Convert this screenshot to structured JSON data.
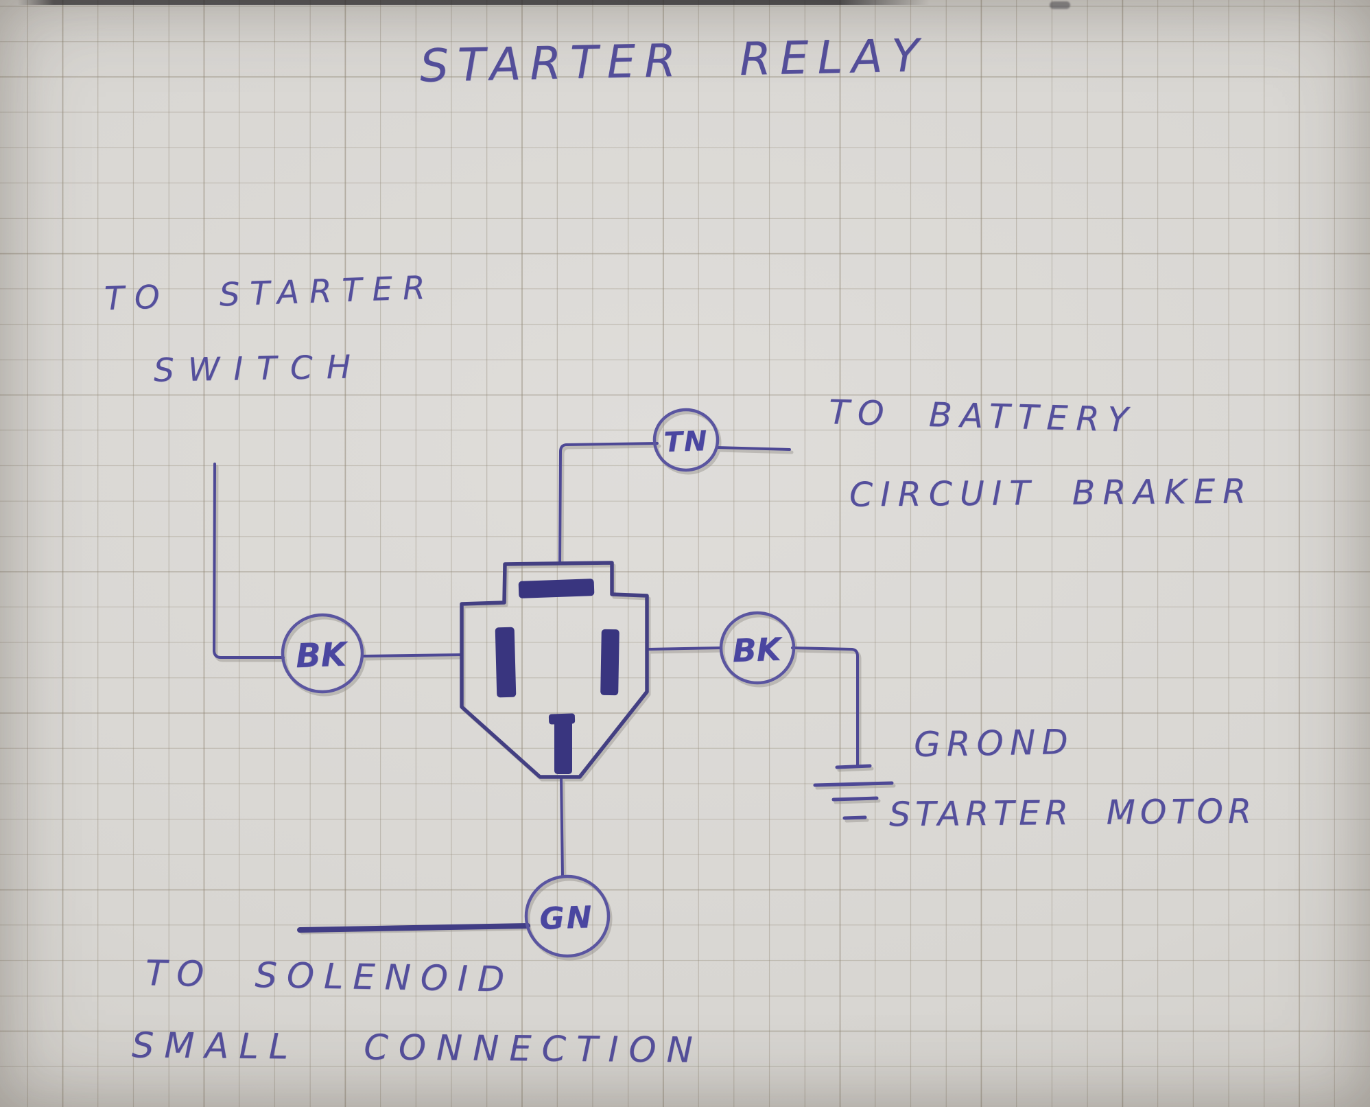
{
  "title": "STARTER RELAY",
  "diagram": {
    "annotations": {
      "starter_switch": {
        "line1": "TO STARTER",
        "line2": "SWITCH"
      },
      "battery": {
        "line1": "TO BATTERY",
        "line2": "CIRCUIT BRAKER"
      },
      "ground": {
        "line1": "GROND",
        "line2": "STARTER MOTOR"
      },
      "solenoid": {
        "line1": "TO SOLENOID",
        "line2": "SMALL CONNECTION"
      }
    },
    "terminals": {
      "top": "TN",
      "left": "BK",
      "right": "BK",
      "bottom": "GN"
    },
    "colors": {
      "ink": "#4d4895",
      "pencil": "#8f8b85",
      "paper": "#d8d6d2",
      "grid": "#8d8371"
    }
  }
}
